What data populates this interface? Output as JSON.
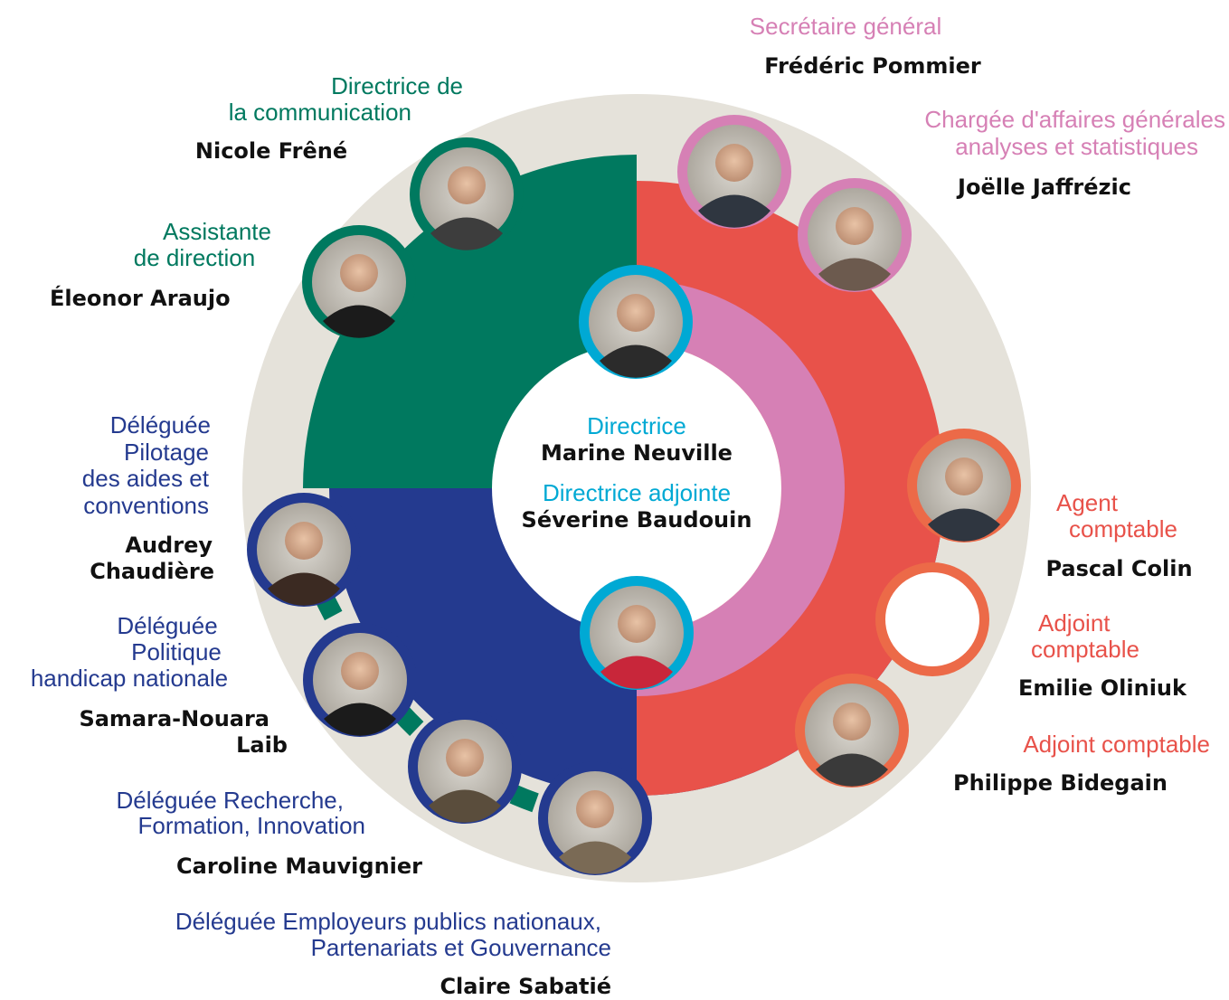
{
  "colors": {
    "background": "#ffffff",
    "outer_ring": "#e5e2da",
    "communication": "#00795f",
    "delegations": "#243a8f",
    "secretariat": "#d680b5",
    "accounting": "#e8524a",
    "accounting_ring": "#ec6a48",
    "direction": "#00a9d4",
    "delegation_ring": "#243a8f",
    "name_text": "#111111"
  },
  "center": {
    "title_1": "Directrice",
    "name_1": "Marine Neuville",
    "title_2": "Directrice adjointe",
    "name_2": "Séverine Baudouin"
  },
  "people": {
    "secretaire_general": {
      "role": "Secrétaire général",
      "name": "Frédéric Pommier"
    },
    "affaires_generales": {
      "role_line1": "Chargée d'affaires générales",
      "role_line2": "analyses et statistiques",
      "name": "Joëlle Jaffrézic"
    },
    "communication": {
      "role_line1": "Directrice de",
      "role_line2": "la communication",
      "name": "Nicole Frêné"
    },
    "assistante": {
      "role_line1": "Assistante",
      "role_line2": "de direction",
      "name": "Éleonor Araujo"
    },
    "pilotage": {
      "role_line1": "Déléguée",
      "role_line2": "Pilotage",
      "role_line3": "des aides et",
      "role_line4": "conventions",
      "name_line1": "Audrey",
      "name_line2": "Chaudière"
    },
    "handicap": {
      "role_line1": "Déléguée",
      "role_line2": "Politique",
      "role_line3": "handicap nationale",
      "name_line1": "Samara-Nouara",
      "name_line2": "Laib"
    },
    "recherche": {
      "role_line1": "Déléguée Recherche,",
      "role_line2": "Formation, Innovation",
      "name": "Caroline Mauvignier"
    },
    "employeurs": {
      "role_line1": "Déléguée Employeurs publics nationaux,",
      "role_line2": "Partenariats et Gouvernance",
      "name": "Claire Sabatié"
    },
    "agent_comptable": {
      "role_line1": "Agent",
      "role_line2": "comptable",
      "name": "Pascal Colin"
    },
    "adjoint_comptable_1": {
      "role_line1": "Adjoint",
      "role_line2": "comptable",
      "name": "Emilie Oliniuk"
    },
    "adjoint_comptable_2": {
      "role": "Adjoint comptable",
      "name": "Philippe Bidegain"
    }
  }
}
